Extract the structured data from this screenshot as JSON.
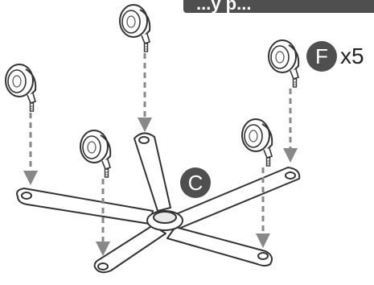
{
  "banner": {
    "text": "...y p..."
  },
  "part_f": {
    "letter": "F",
    "quantity": "x5",
    "icon": "caster-wheel-icon"
  },
  "part_c": {
    "letter": "C",
    "icon": "chair-base-icon"
  },
  "arrows": {
    "style": "dashed",
    "count": 5
  },
  "colors": {
    "badge": "#4f4f4f",
    "line": "#333333",
    "arrow": "#888888"
  }
}
